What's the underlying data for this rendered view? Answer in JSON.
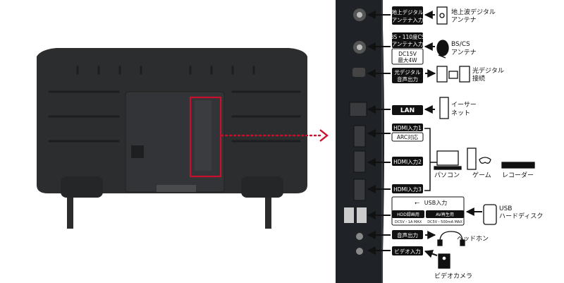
{
  "ports": [
    {
      "label1": "地上デジタル",
      "label2": "アンテナ入力"
    },
    {
      "label1": "BS・110度CS",
      "label2": "アンテナ入力"
    },
    {
      "label1": "DC15V",
      "label2": "最大4W"
    },
    {
      "label1": "光デジタル",
      "label2": "音声出力"
    },
    {
      "label1": "LAN",
      "label2": ""
    },
    {
      "label1": "HDMI入力1",
      "label2": "ARC対応"
    },
    {
      "label1": "HDMI入力2",
      "label2": ""
    },
    {
      "label1": "HDMI入力3",
      "label2": ""
    },
    {
      "label1": "USB入力",
      "label2": ""
    },
    {
      "label1": "HDD録画用",
      "label2": "DC5V・1A MAX"
    },
    {
      "label1": "AV再生用",
      "label2": "DC5V・500mA MAX"
    },
    {
      "label1": "音声出力",
      "label2": ""
    },
    {
      "label1": "ビデオ入力",
      "label2": ""
    }
  ],
  "devices": [
    {
      "label1": "地上波デジタル",
      "label2": "アンテナ"
    },
    {
      "label1": "BS/CS",
      "label2": "アンテナ"
    },
    {
      "label1": "光デジタル",
      "label2": "接続"
    },
    {
      "label1": "イーサー",
      "label2": "ネット"
    },
    {
      "label1": "パソコン",
      "label2": ""
    },
    {
      "label1": "ゲーム",
      "label2": ""
    },
    {
      "label1": "レコーダー",
      "label2": ""
    },
    {
      "label1": "USB",
      "label2": "ハードディスク"
    },
    {
      "label1": "ヘッドホン",
      "label2": ""
    },
    {
      "label1": "ビデオカメラ",
      "label2": ""
    }
  ],
  "colors": {
    "panel": "#1f2226",
    "tv": "#2b2c2e",
    "highlight": "#c8102e",
    "label_bg": "#111111"
  }
}
